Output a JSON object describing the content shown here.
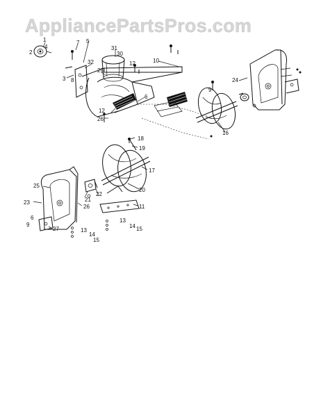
{
  "watermark": "AppliancePartsPros.com",
  "callouts": {
    "c1": "1",
    "c2": "2",
    "c3": "3",
    "c4": "4",
    "c5": "5",
    "c6": "6",
    "c7": "7",
    "c8": "8",
    "c9": "9",
    "c10": "10",
    "c11": "11",
    "c12": "12",
    "c12b": "12",
    "c13": "13",
    "c13b": "13",
    "c14": "14",
    "c14b": "14",
    "c15": "15",
    "c15b": "15",
    "c16": "16",
    "c17": "17",
    "c18": "18",
    "c19": "19",
    "c20": "20",
    "c21": "21",
    "c22": "22",
    "c23": "23",
    "c24": "24",
    "c25": "25",
    "c26": "26",
    "c26b": "26",
    "c27": "27",
    "c29": "29",
    "c30": "30",
    "c31": "31",
    "c32": "32"
  }
}
